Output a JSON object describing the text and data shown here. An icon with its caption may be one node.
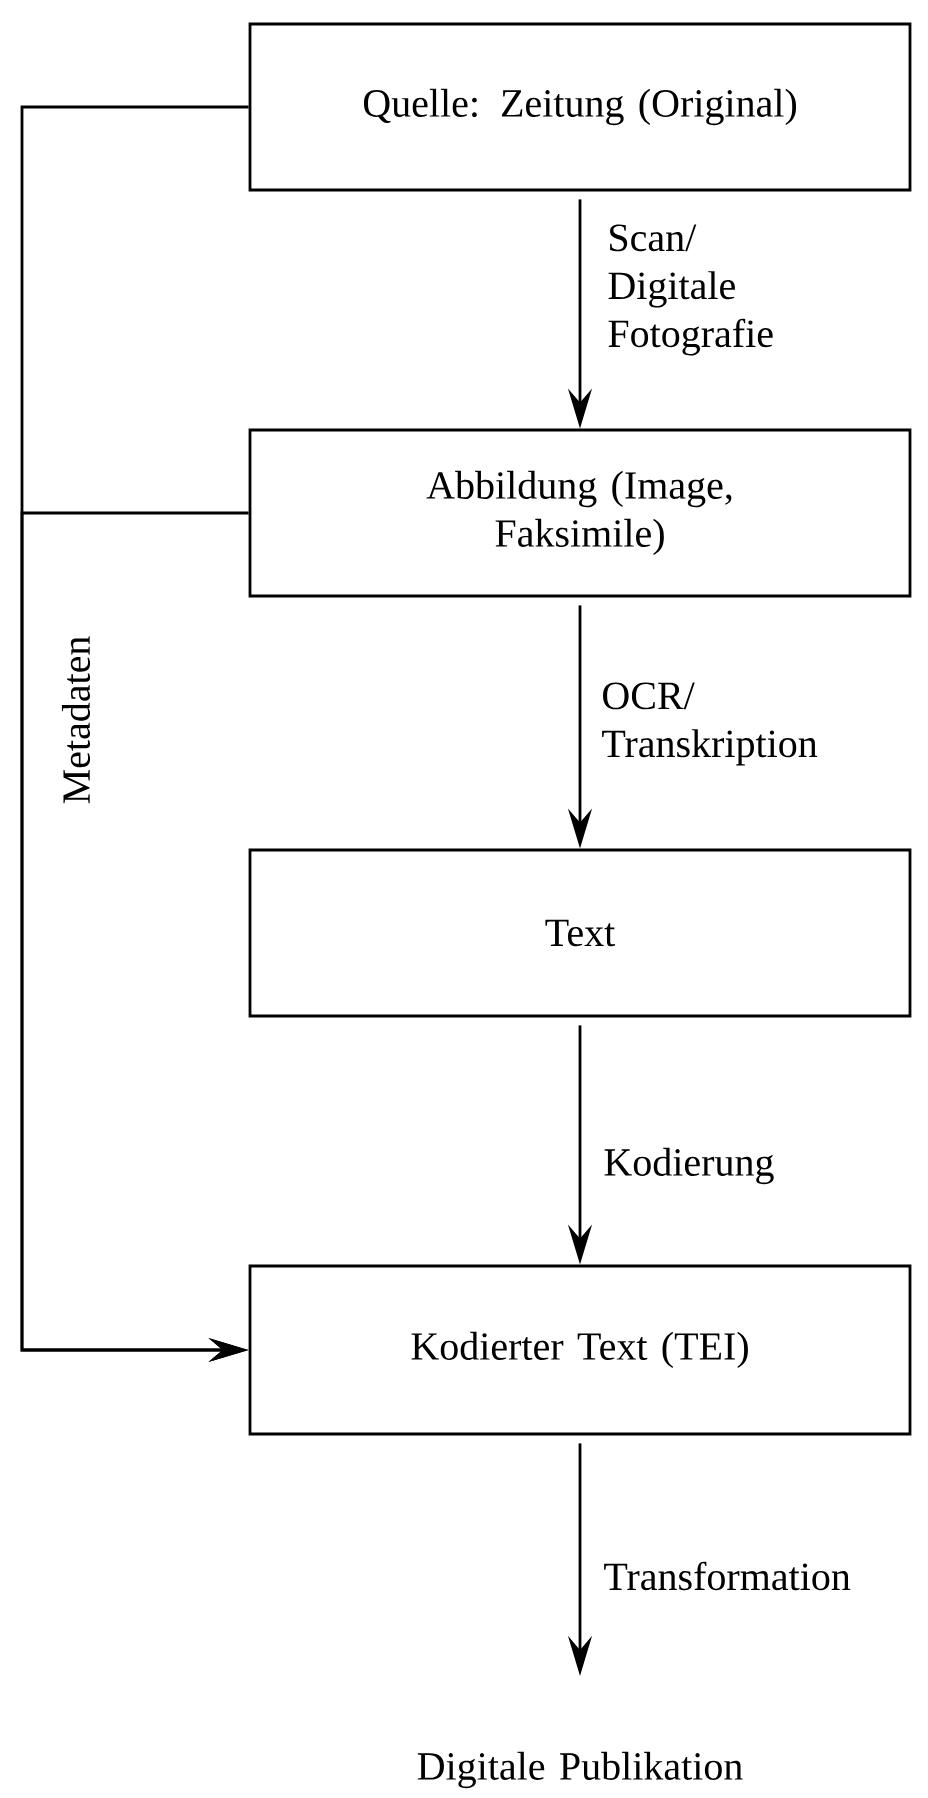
{
  "diagram": {
    "nodes": [
      {
        "text": [
          "Quelle: Zeitung (Original)"
        ]
      },
      {
        "text": [
          "Abbildung (Image, Faksimile)"
        ]
      },
      {
        "text": [
          "Text"
        ]
      },
      {
        "text": [
          "Kodierter Text (TEI)"
        ]
      },
      {
        "text": [
          "Digitale Publikation"
        ]
      }
    ],
    "edges": [
      {
        "from": 0,
        "to": 1,
        "arrow": "to",
        "label": "Scan/ Digitale Fotografie"
      },
      {
        "from": 1,
        "to": 2,
        "arrow": "to",
        "label": "OCR/ Transkription"
      },
      {
        "from": 2,
        "to": 3,
        "arrow": "to",
        "label": "Kodierung"
      },
      {
        "from": 3,
        "to": 4,
        "arrow": "to",
        "label": "Transformation"
      },
      {
        "from": 0,
        "to": 3,
        "arrow": "to"
      },
      {
        "from": 1,
        "to": 3,
        "arrow": "to",
        "label": "Metadaten"
      }
    ]
  }
}
